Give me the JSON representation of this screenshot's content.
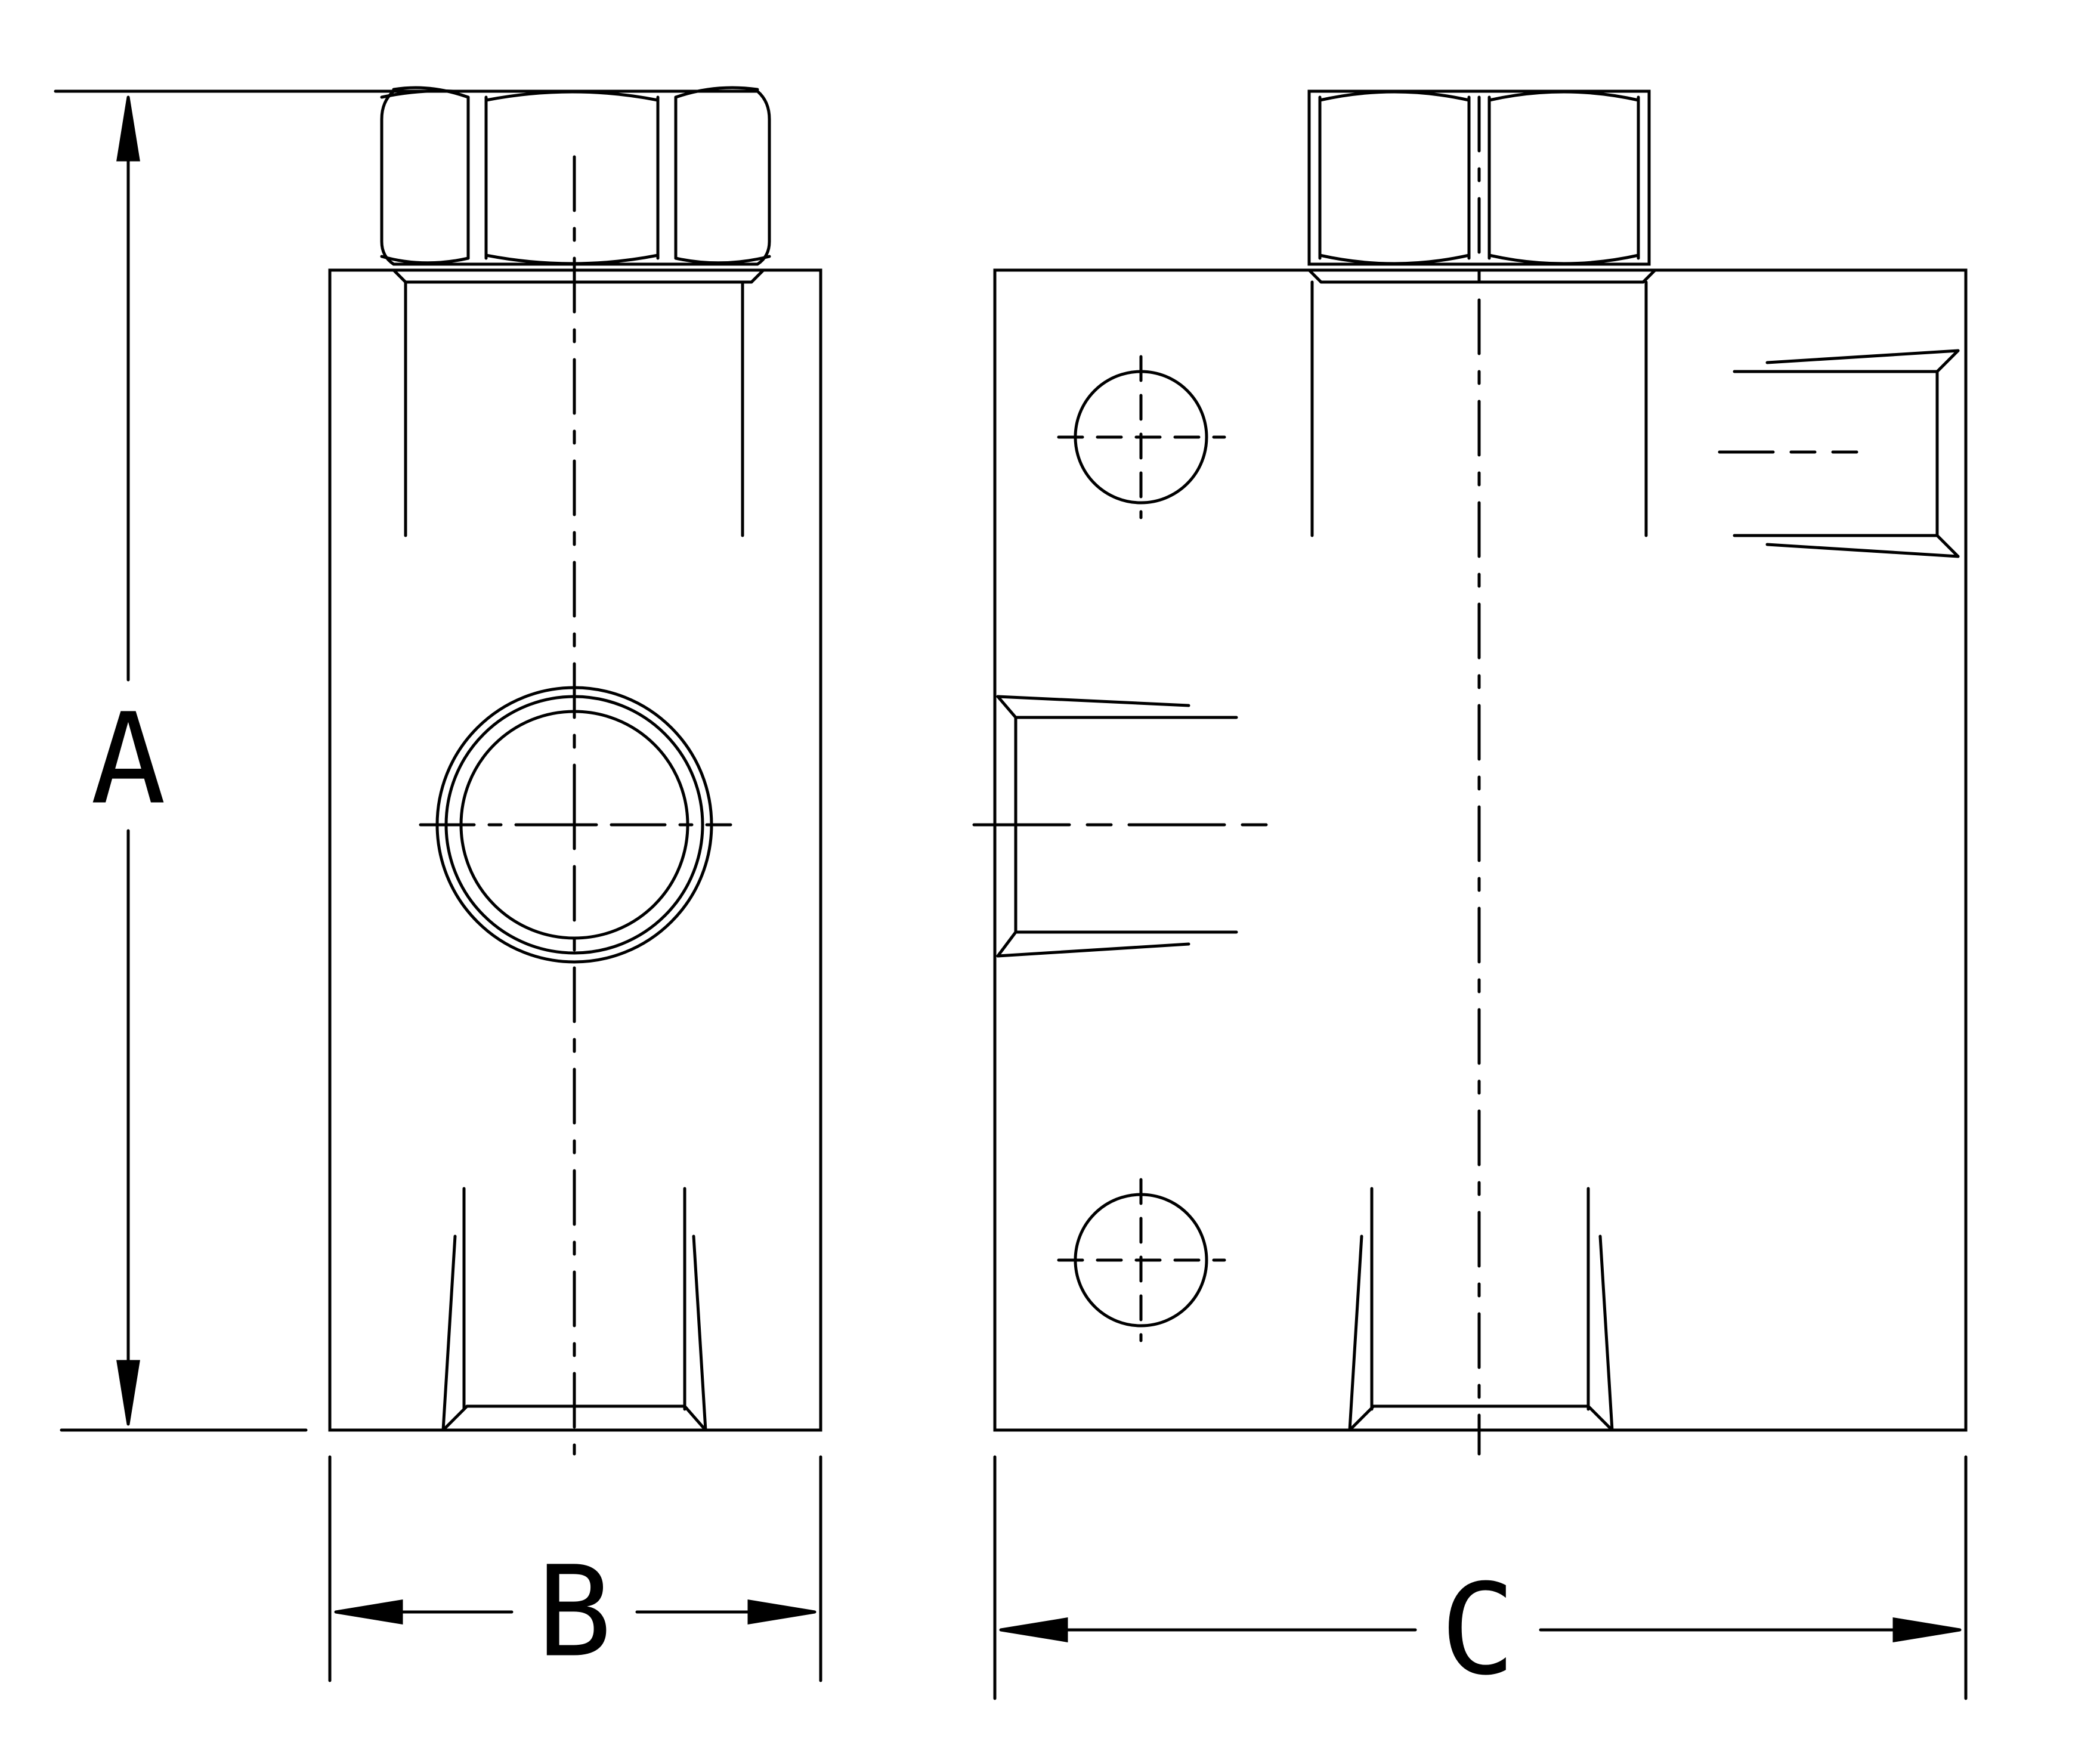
{
  "dimensions": {
    "height_label": "A",
    "width_label": "B",
    "length_label": "C"
  },
  "colors": {
    "stroke": "#000000",
    "background": "#ffffff"
  }
}
